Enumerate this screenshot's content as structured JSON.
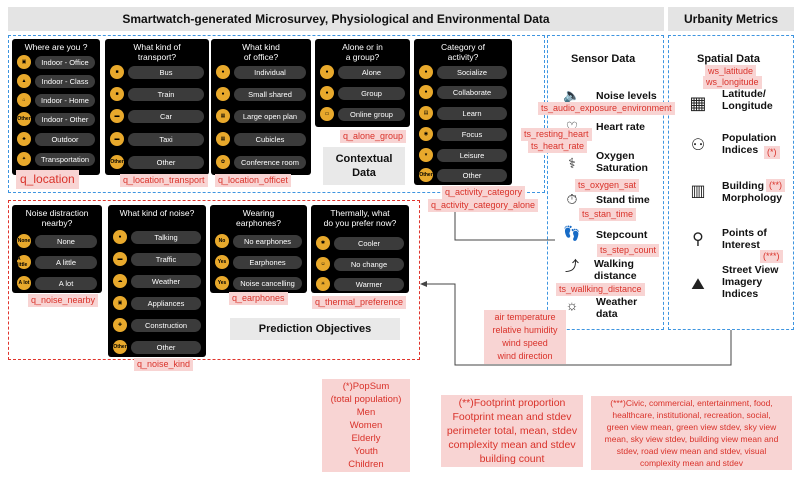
{
  "headers": {
    "main": "Smartwatch-generated Microsurvey, Physiological and Environmental Data",
    "urbanity": "Urbanity Metrics"
  },
  "panels": {
    "location": {
      "question": "Where are you ?",
      "options": [
        "Indoor - Office",
        "Indoor - Class",
        "Indoor - Home",
        "Indoor - Other",
        "Outdoor",
        "Transportation"
      ],
      "other_badge": "Other"
    },
    "transport": {
      "question": "What kind of\ntransport?",
      "options": [
        "Bus",
        "Train",
        "Car",
        "Taxi",
        "Other"
      ],
      "other_badge": "Other"
    },
    "office": {
      "question": "What kind\nof office?",
      "options": [
        "Individual",
        "Small shared",
        "Large open plan",
        "Cubicles",
        "Conference room"
      ]
    },
    "alone": {
      "question": "Alone or in\na group?",
      "options": [
        "Alone",
        "Group",
        "Online group"
      ]
    },
    "activity": {
      "question": "Category of\nactivity?",
      "options": [
        "Socialize",
        "Collaborate",
        "Learn",
        "Focus",
        "Leisure",
        "Other"
      ],
      "other_badge": "Other"
    },
    "noise_nearby": {
      "question": "Noise distraction\nnearby?",
      "options": [
        "None",
        "A little",
        "A lot"
      ],
      "badges": [
        "None",
        "A little",
        "A lot"
      ]
    },
    "noise_kind": {
      "question": "What kind of noise?",
      "options": [
        "Talking",
        "Traffic",
        "Weather",
        "Appliances",
        "Construction",
        "Other"
      ],
      "other_badge": "Other"
    },
    "earphones": {
      "question": "Wearing\nearphones?",
      "options": [
        "No earphones",
        "Earphones",
        "Noise cancelling"
      ],
      "badges": [
        "No",
        "Yes",
        "Yes"
      ]
    },
    "thermal": {
      "question": "Thermally, what\ndo you prefer now?",
      "options": [
        "Cooler",
        "No change",
        "Warmer"
      ]
    }
  },
  "tags": {
    "q_location": "q_location",
    "q_location_transport": "q_location_transport",
    "q_location_officet": "q_location_officet",
    "q_alone_group": "q_alone_group",
    "q_activity_category": "q_activity_category",
    "q_activity_category_alone": "q_activity_category_alone",
    "q_noise_nearby": "q_noise_nearby",
    "q_noise_kind": "q_noise_kind",
    "q_earphones": "q_earphones",
    "q_thermal_preference": "q_thermal_preference"
  },
  "section_labels": {
    "contextual": "Contextual\nData",
    "prediction": "Prediction Objectives"
  },
  "sensor": {
    "title": "Sensor Data",
    "rows": [
      {
        "label": "Noise levels",
        "tags": [
          "ts_audio_exposure_environment"
        ]
      },
      {
        "label": "Heart rate",
        "tags": [
          "ts_resting_heart",
          "ts_heart_rate"
        ]
      },
      {
        "label": "Oxygen\nSaturation",
        "tags": [
          "ts_oxygen_sat"
        ]
      },
      {
        "label": "Stand time",
        "tags": [
          "ts_stan_time"
        ]
      },
      {
        "label": "Stepcount",
        "tags": [
          "ts_step_count"
        ]
      },
      {
        "label": "Walking\ndistance",
        "tags": [
          "ts_wallking_distance"
        ]
      },
      {
        "label": "Weather\ndata",
        "tags": []
      }
    ],
    "weather_vars": "air temperature\nrelative humidity\nwind speed\nwind direction"
  },
  "spatial": {
    "title": "Spatial Data",
    "tags": [
      "ws_latitude",
      "ws_longitude"
    ],
    "rows": [
      {
        "label": "Latitude/\nLongitude",
        "mark": ""
      },
      {
        "label": "Population\nIndices",
        "mark": "(*)"
      },
      {
        "label": "Building\nMorphology",
        "mark": "(**)"
      },
      {
        "label": "Points of\nInterest",
        "mark": "(***)"
      },
      {
        "label": "Street View\nImagery\nIndices",
        "mark": ""
      }
    ]
  },
  "notes": {
    "population": "(*)PopSum\n(total population)\nMen\nWomen\nElderly\nYouth\nChildren",
    "footprint": "(**)Footprint proportion\nFootprint mean and stdev\nperimeter total, mean, stdev\ncomplexity mean and stdev\nbuilding count",
    "poi": "(***)Civic, commercial, entertainment, food,\nhealthcare, institutional, recreation, social,\ngreen view mean, green view stdev, sky view\nmean, sky view stdev, building view mean and\nstdev, road view mean and stdev, visual\ncomplexity mean and stdev"
  },
  "colors": {
    "contextual_border": "#3e95e0",
    "prediction_border": "#e0342c",
    "accent_icon": "#e8a92c",
    "tag_text": "#d9322a",
    "tag_bg": "#f8d4d3"
  }
}
